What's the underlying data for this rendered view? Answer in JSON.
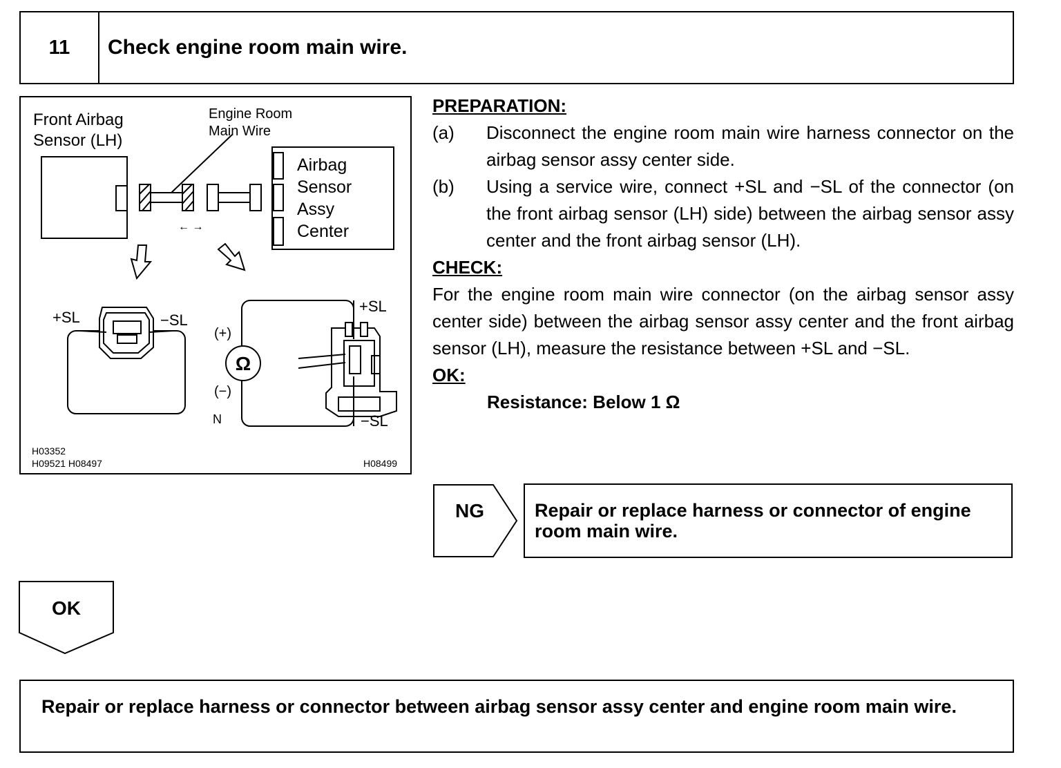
{
  "step": {
    "number": "11",
    "title": "Check engine room main wire."
  },
  "figure": {
    "front_sensor_label_1": "Front Airbag",
    "front_sensor_label_2": "Sensor (LH)",
    "wire_label_1": "Engine Room",
    "wire_label_2": "Main Wire",
    "center_label_1": "Airbag",
    "center_label_2": "Sensor",
    "center_label_3": "Assy",
    "center_label_4": "Center",
    "plus_sl_left": "+SL",
    "minus_sl_left": "−SL",
    "plus_sl_right": "+SL",
    "minus_sl_right": "−SL",
    "meter_plus": "(+)",
    "meter_minus": "(−)",
    "ohm_symbol": "Ω",
    "n_label": "N",
    "arrows_text": "← →",
    "code_1": "H03352",
    "code_2": "H09521  H08497",
    "code_3": "H08499"
  },
  "preparation": {
    "heading": "PREPARATION:",
    "items": [
      {
        "label": "(a)",
        "text": "Disconnect the engine room main wire harness connector on the airbag sensor assy center side."
      },
      {
        "label": "(b)",
        "text": "Using a service wire, connect +SL and −SL of the connector (on the front airbag sensor (LH) side) between the airbag sensor assy center and the front airbag sensor (LH)."
      }
    ]
  },
  "check": {
    "heading": "CHECK:",
    "text": "For the engine room main wire connector (on the airbag sensor assy center side) between the airbag sensor assy center and the front airbag sensor (LH), measure the resistance between +SL and −SL."
  },
  "ok": {
    "heading": "OK:",
    "result": "Resistance: Below 1 Ω"
  },
  "ng_branch": {
    "label": "NG",
    "action": "Repair or replace harness or connector of engine room main wire."
  },
  "ok_branch": {
    "label": "OK"
  },
  "final_action": "Repair or replace harness or connector between airbag sensor assy center and engine room main wire."
}
